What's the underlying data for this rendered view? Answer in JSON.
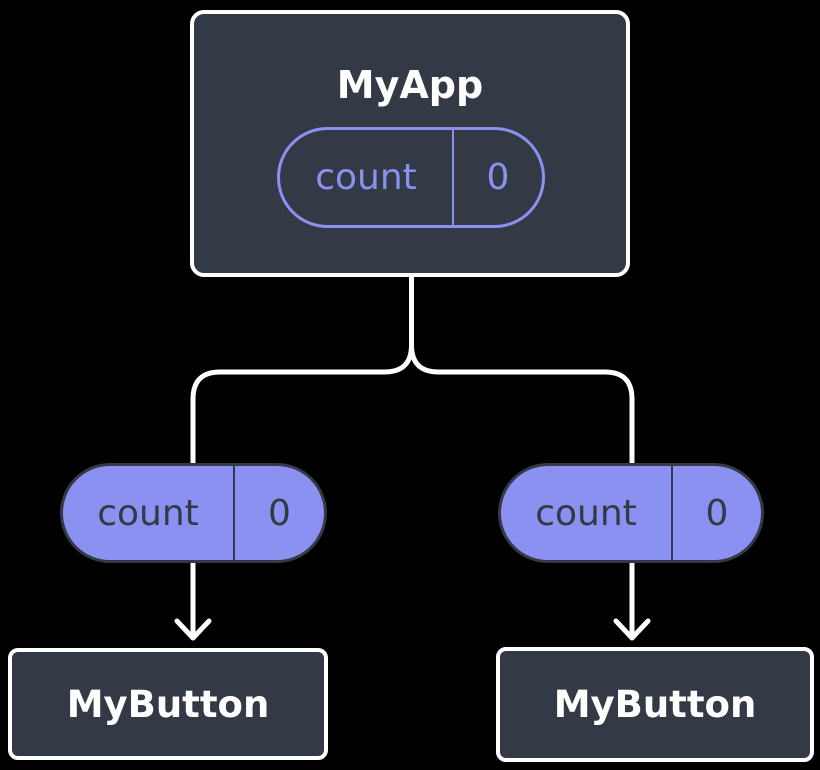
{
  "colors": {
    "canvas_bg": "#000000",
    "node_fill": "#333A46",
    "node_border": "#FFFFFF",
    "title_text": "#FFFFFF",
    "accent_purple": "#8A91F0",
    "pill_fill": "#8A91F0",
    "pill_text_dark": "#333A46",
    "connector": "#FFFFFF"
  },
  "diagram": {
    "root": {
      "title": "MyApp",
      "pill": {
        "label": "count",
        "value": "0"
      }
    },
    "children": [
      {
        "pill": {
          "label": "count",
          "value": "0"
        },
        "node": {
          "title": "MyButton"
        }
      },
      {
        "pill": {
          "label": "count",
          "value": "0"
        },
        "node": {
          "title": "MyButton"
        }
      }
    ]
  }
}
